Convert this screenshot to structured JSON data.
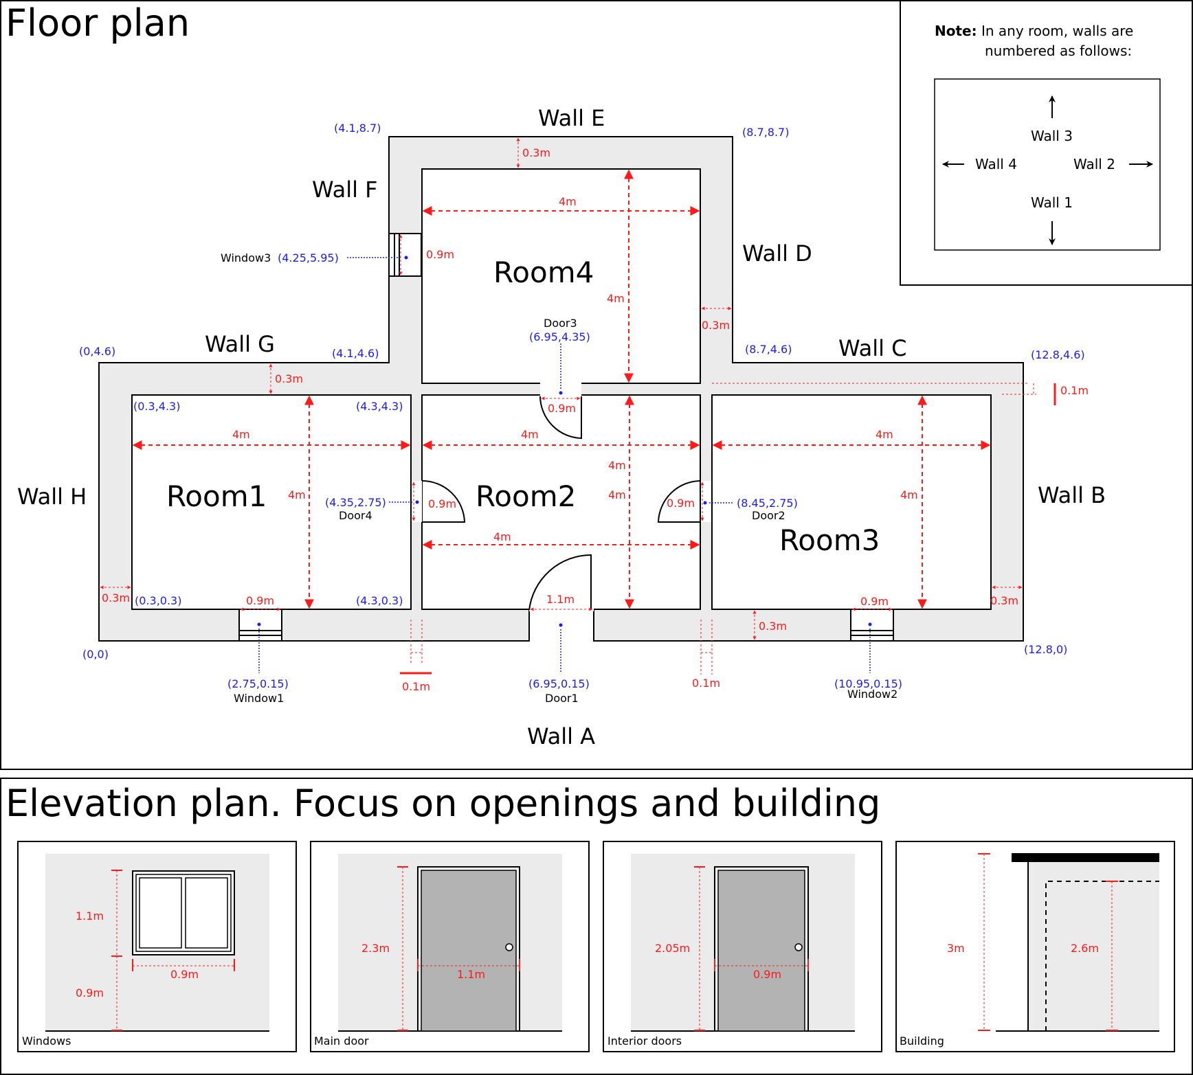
{
  "sections": {
    "floor_plan_title": "Floor plan",
    "elevation_title": "Elevation plan. Focus on openings and building"
  },
  "walls": {
    "a": "Wall A",
    "b": "Wall B",
    "c": "Wall C",
    "d": "Wall D",
    "e": "Wall E",
    "f": "Wall F",
    "g": "Wall G",
    "h": "Wall H"
  },
  "rooms": {
    "r1": "Room1",
    "r2": "Room2",
    "r3": "Room3",
    "r4": "Room4"
  },
  "coordinates": {
    "c_4_1_8_7": "(4.1,8.7)",
    "c_8_7_8_7": "(8.7,8.7)",
    "c_0_4_6": "(0,4.6)",
    "c_4_1_4_6": "(4.1,4.6)",
    "c_8_7_4_6": "(8.7,4.6)",
    "c_12_8_4_6": "(12.8,4.6)",
    "c_0_3_4_3": "(0.3,4.3)",
    "c_4_3_4_3": "(4.3,4.3)",
    "c_0_3_0_3": "(0.3,0.3)",
    "c_4_3_0_3": "(4.3,0.3)",
    "c_0_0": "(0,0)",
    "c_12_8_0": "(12.8,0)",
    "window3": "(4.25,5.95)",
    "door3": "(6.95,4.35)",
    "door4": "(4.35,2.75)",
    "door2": "(8.45,2.75)",
    "window1": "(2.75,0.15)",
    "door1": "(6.95,0.15)",
    "window2": "(10.95,0.15)"
  },
  "openings": {
    "window1": "Window1",
    "window2": "Window2",
    "window3": "Window3",
    "door1": "Door1",
    "door2": "Door2",
    "door3": "Door3",
    "door4": "Door4"
  },
  "dimensions": {
    "m4": "4m",
    "m0_3": "0.3m",
    "m0_9": "0.9m",
    "m1_1": "1.1m",
    "m0_1": "0.1m",
    "m2_3": "2.3m",
    "m2_05": "2.05m",
    "m3": "3m",
    "m2_6": "2.6m"
  },
  "note": {
    "bold": "Note:",
    "line1": " In any room, walls are",
    "line2": "numbered as follows:",
    "wall1": "Wall 1",
    "wall2": "Wall 2",
    "wall3": "Wall 3",
    "wall4": "Wall 4"
  },
  "panels": {
    "windows": "Windows",
    "main_door": "Main door",
    "interior_doors": "Interior doors",
    "building": "Building"
  },
  "colors": {
    "wall_fill": "#ebebeb",
    "dimension": "#ff1a1a",
    "coordinate": "#1a1aff",
    "door_fill": "#b3b3b3"
  }
}
